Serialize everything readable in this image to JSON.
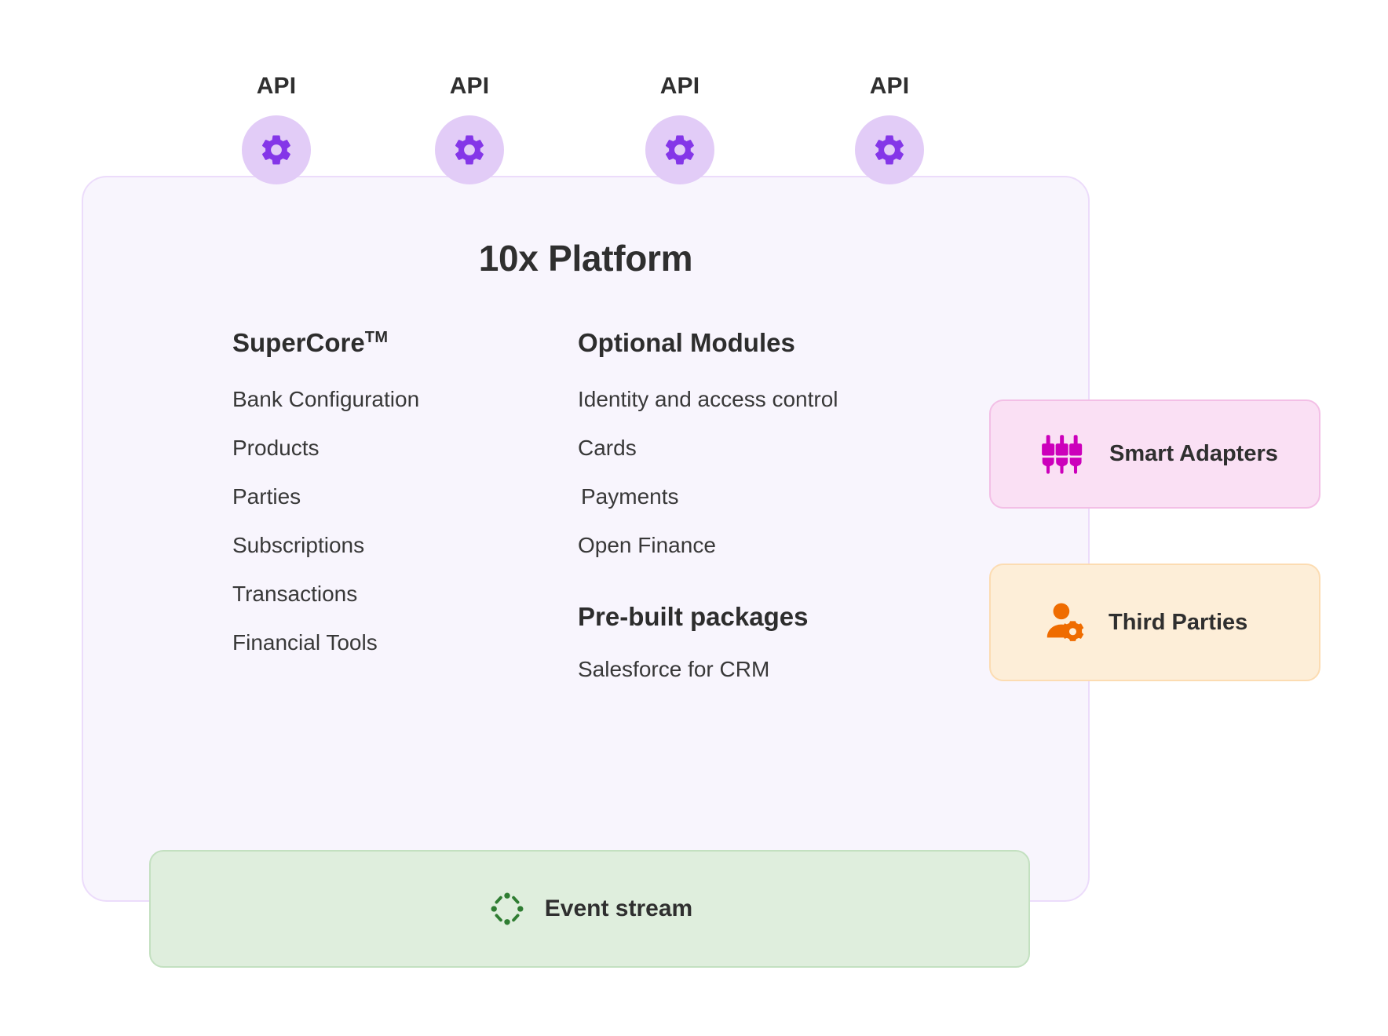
{
  "diagram": {
    "title": "10x Platform",
    "api_connectors": [
      {
        "label": "API",
        "icon": "gear-icon"
      },
      {
        "label": "API",
        "icon": "gear-icon"
      },
      {
        "label": "API",
        "icon": "gear-icon"
      },
      {
        "label": "API",
        "icon": "gear-icon"
      }
    ],
    "columns": {
      "left": {
        "heading": "SuperCore",
        "heading_suffix": "TM",
        "items": [
          "Bank Configuration",
          "Products",
          "Parties",
          "Subscriptions",
          "Transactions",
          "Financial Tools"
        ]
      },
      "right": {
        "heading_modules": "Optional Modules",
        "modules": [
          "Identity and access control",
          "Cards",
          "Payments",
          "Open Finance"
        ],
        "heading_packages": "Pre-built packages",
        "packages": [
          "Salesforce for CRM"
        ]
      }
    },
    "side_cards": [
      {
        "label": "Smart Adapters",
        "icon": "plug-adapters-icon",
        "accent": "#cc00bb",
        "background": "#fae0f4",
        "border": "#f3bfe6"
      },
      {
        "label": "Third Parties",
        "icon": "user-gear-icon",
        "accent": "#ef6c00",
        "background": "#fdeed8",
        "border": "#fcdcb2"
      }
    ],
    "event_bar": {
      "label": "Event stream",
      "icon": "event-stream-icon",
      "accent": "#2f7d32",
      "background": "#dfeedd",
      "border": "#c3e0c0"
    },
    "colors": {
      "panel_background": "#f8f5fd",
      "panel_border": "#ecdcfb",
      "api_circle": "#e2ccf7",
      "api_gear": "#8436e8",
      "text": "#2f2f2f"
    }
  }
}
